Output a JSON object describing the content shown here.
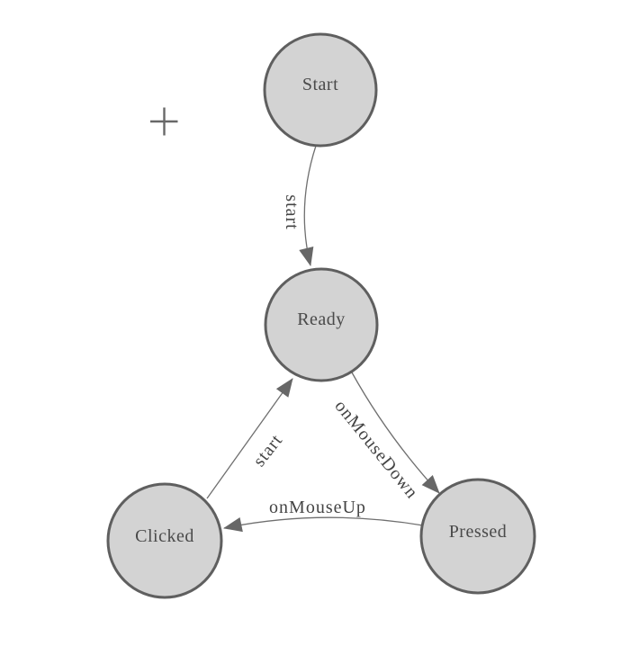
{
  "colors": {
    "canvas_bg": "#ffffff",
    "node_fill": "#d3d3d3",
    "node_stroke": "#5f5f5f",
    "edge_stroke": "#6f6f6f",
    "arrow_fill": "#676767",
    "node_text": "#4a4a4a",
    "edge_text": "#444444",
    "cursor_color": "#686868"
  },
  "cursor": {
    "icon": "plus-crosshair"
  },
  "nodes": [
    {
      "id": "start",
      "label": "Start"
    },
    {
      "id": "ready",
      "label": "Ready"
    },
    {
      "id": "clicked",
      "label": "Clicked"
    },
    {
      "id": "pressed",
      "label": "Pressed"
    }
  ],
  "edges": [
    {
      "from": "Start",
      "to": "Ready",
      "label": "start"
    },
    {
      "from": "Ready",
      "to": "Pressed",
      "label": "onMouseDown"
    },
    {
      "from": "Pressed",
      "to": "Clicked",
      "label": "onMouseUp"
    },
    {
      "from": "Clicked",
      "to": "Ready",
      "label": "start"
    }
  ]
}
